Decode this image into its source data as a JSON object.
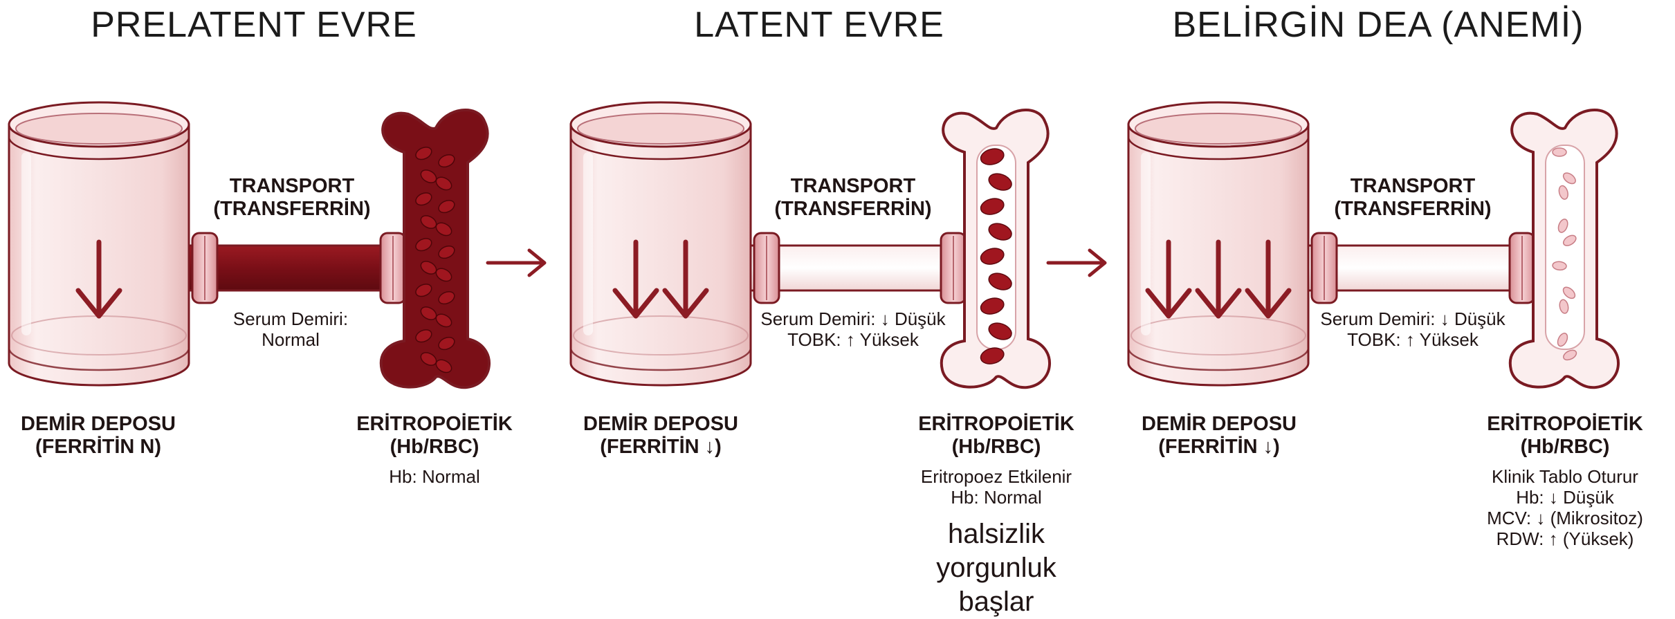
{
  "stages": [
    {
      "title": "PRELATENT EVRE",
      "arrow_count": 1,
      "transport_level": "full",
      "marrow_level": "full",
      "transport_label": [
        "TRANSPORT",
        "(TRANSFERRİN)"
      ],
      "serum_lines": [
        "Serum Demiri:",
        "Normal"
      ],
      "depot_label": [
        "DEMİR DEPOSU",
        "(FERRİTİN N)"
      ],
      "erythro_title": [
        "ERİTROPOİETİK",
        "(Hb/RBC)"
      ],
      "erythro_lines": [
        "Hb: Normal"
      ],
      "symptom_lines": []
    },
    {
      "title": "LATENT EVRE",
      "arrow_count": 2,
      "transport_level": "empty",
      "marrow_level": "partial",
      "transport_label": [
        "TRANSPORT",
        "(TRANSFERRİN)"
      ],
      "serum_lines": [
        "Serum Demiri: ↓ Düşük",
        "TOBK: ↑ Yüksek"
      ],
      "depot_label": [
        "DEMİR DEPOSU",
        "(FERRİTİN ↓)"
      ],
      "erythro_title": [
        "ERİTROPOİETİK",
        "(Hb/RBC)"
      ],
      "erythro_lines": [
        "Eritropoez Etkilenir",
        "Hb: Normal"
      ],
      "symptom_lines": [
        "halsizlik",
        "yorgunluk",
        "başlar"
      ]
    },
    {
      "title": "BELİRGİN DEA (ANEMİ)",
      "arrow_count": 3,
      "transport_level": "empty",
      "marrow_level": "depleted",
      "transport_label": [
        "TRANSPORT",
        "(TRANSFERRİN)"
      ],
      "serum_lines": [
        "Serum Demiri: ↓ Düşük",
        "TOBK: ↑ Yüksek"
      ],
      "depot_label": [
        "DEMİR DEPOSU",
        "(FERRİTİN ↓)"
      ],
      "erythro_title": [
        "ERİTROPOİETİK",
        "(Hb/RBC)"
      ],
      "erythro_lines": [
        "Klinik Tablo Oturur",
        "Hb: ↓ Düşük",
        "MCV: ↓ (Mikrositoz)",
        "RDW: ↑ (Yüksek)"
      ],
      "symptom_lines": []
    }
  ],
  "colors": {
    "blood_dark": "#7a0f17",
    "blood_mid": "#a0161f",
    "arrow": "#8c1c24",
    "cylinder_fill": "#f6dede",
    "outline": "#7a1a22"
  },
  "icons": [
    "down-arrow-icon",
    "right-arrow-icon",
    "iron-store-cylinder-icon",
    "bone-icon",
    "red-cell-icon"
  ]
}
